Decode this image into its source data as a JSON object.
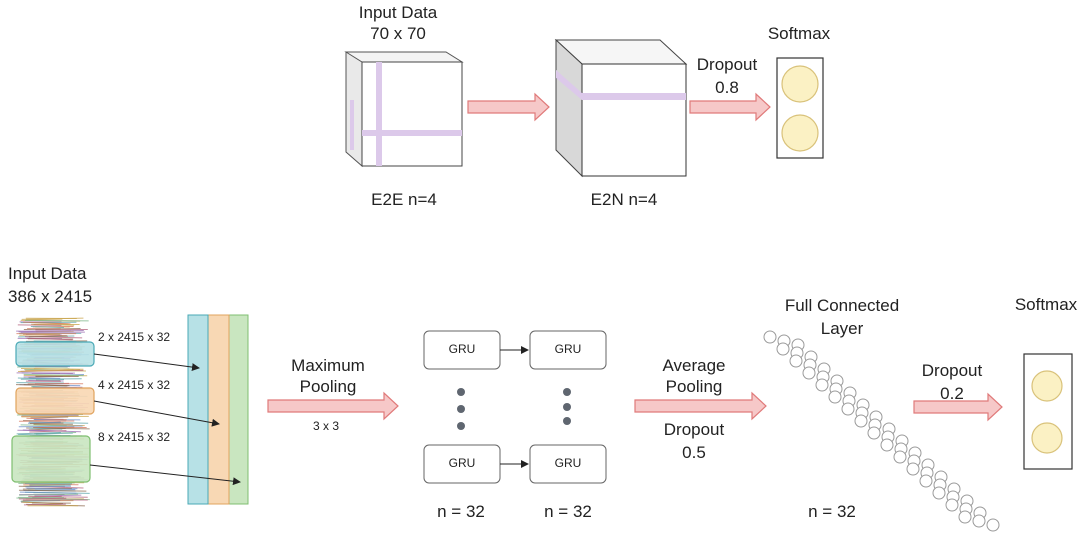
{
  "top": {
    "input_title": "Input Data",
    "input_size": "70 x 70",
    "e2e_label": "E2E n=4",
    "e2n_label": "E2N n=4",
    "dropout_label": "Dropout",
    "dropout_value": "0.8",
    "softmax_label": "Softmax"
  },
  "bottom": {
    "input_title": "Input Data",
    "input_size": "386 x 2415",
    "conv_sizes": [
      "2 x 2415 x 32",
      "4 x 2415 x 32",
      "8 x 2415 x 32"
    ],
    "maxpool_label_1": "Maximum",
    "maxpool_label_2": "Pooling",
    "maxpool_kernel": "3 x 3",
    "gru_label": "GRU",
    "gru_count_left": "n = 32",
    "gru_count_right": "n = 32",
    "avgpool_label_1": "Average",
    "avgpool_label_2": "Pooling",
    "dropout1_label": "Dropout",
    "dropout1_value": "0.5",
    "fc_label_1": "Full Connected",
    "fc_label_2": "Layer",
    "fc_count": "n = 32",
    "dropout2_label": "Dropout",
    "dropout2_value": "0.2",
    "softmax_label": "Softmax"
  },
  "colors": {
    "arrow_fill": "#f6c8c8",
    "arrow_stroke": "#e07a7a",
    "matrix_line": "#dcc9ea",
    "softmax_node": "#fbf1c4",
    "softmax_node_stroke": "#d9c27a",
    "blue_branch": "#b7e1e6",
    "orange_branch": "#f8d8b4",
    "green_branch": "#c9e6c0",
    "dot_gray": "#5f6670"
  }
}
